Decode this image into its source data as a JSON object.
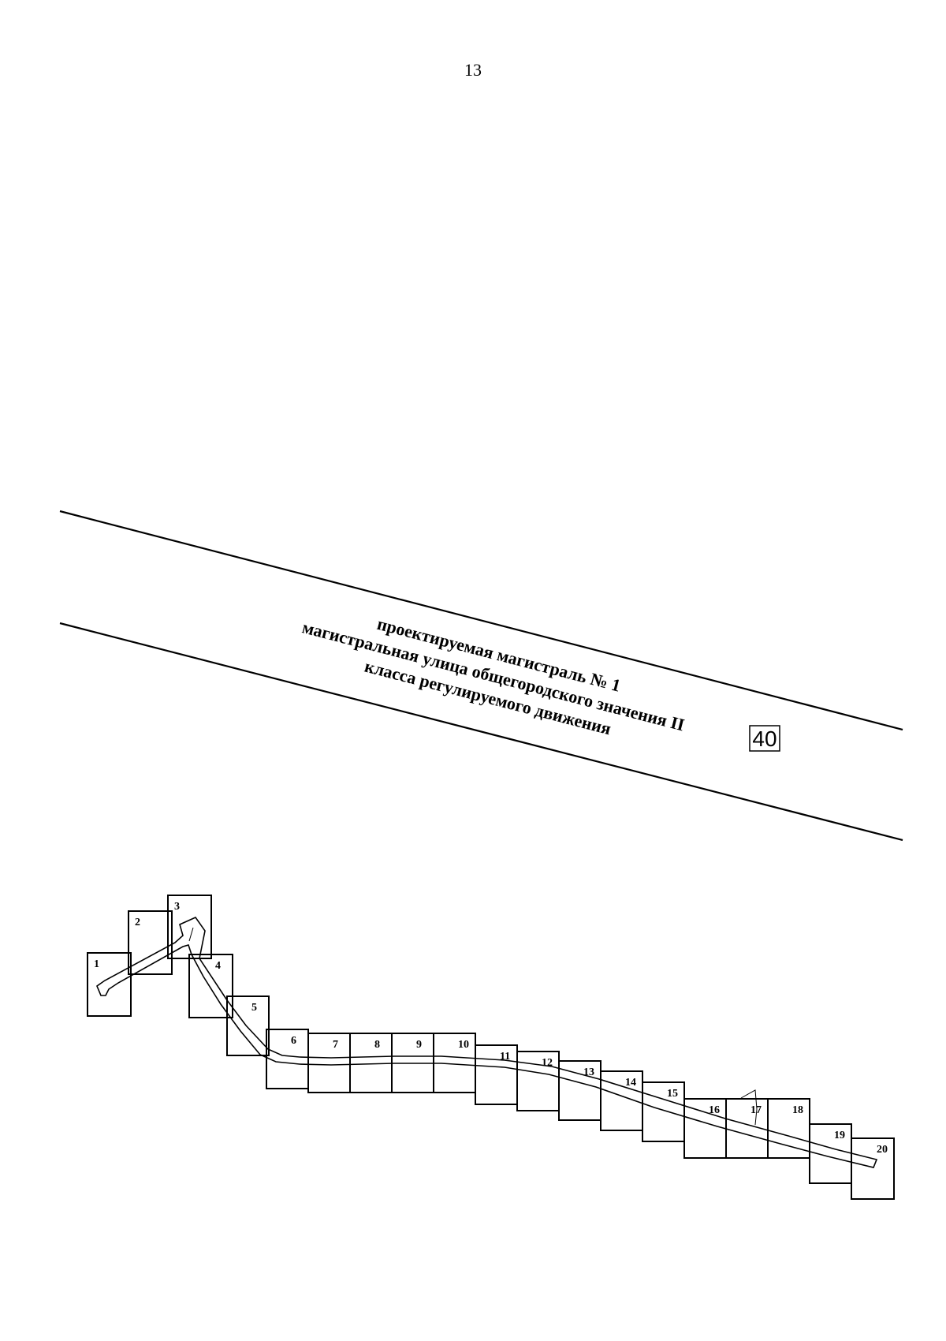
{
  "page": {
    "number": "13"
  },
  "road": {
    "lines": [
      "проектируемая магистраль № 1",
      "магистральная улица общегородского значения II",
      "класса регулируемого движения"
    ],
    "zone_code": "40"
  },
  "index_map": {
    "sheets": [
      {
        "label": "1",
        "hatched": false
      },
      {
        "label": "2",
        "hatched": false
      },
      {
        "label": "3",
        "hatched": false
      },
      {
        "label": "4",
        "hatched": false
      },
      {
        "label": "5",
        "hatched": false
      },
      {
        "label": "6",
        "hatched": false
      },
      {
        "label": "7",
        "hatched": false
      },
      {
        "label": "8",
        "hatched": false
      },
      {
        "label": "9",
        "hatched": false
      },
      {
        "label": "10",
        "hatched": false
      },
      {
        "label": "11",
        "hatched": false
      },
      {
        "label": "12",
        "hatched": false
      },
      {
        "label": "13",
        "hatched": true
      },
      {
        "label": "14",
        "hatched": false
      },
      {
        "label": "15",
        "hatched": false
      },
      {
        "label": "16",
        "hatched": false
      },
      {
        "label": "17",
        "hatched": false
      },
      {
        "label": "18",
        "hatched": false
      },
      {
        "label": "19",
        "hatched": false
      },
      {
        "label": "20",
        "hatched": false
      }
    ]
  }
}
